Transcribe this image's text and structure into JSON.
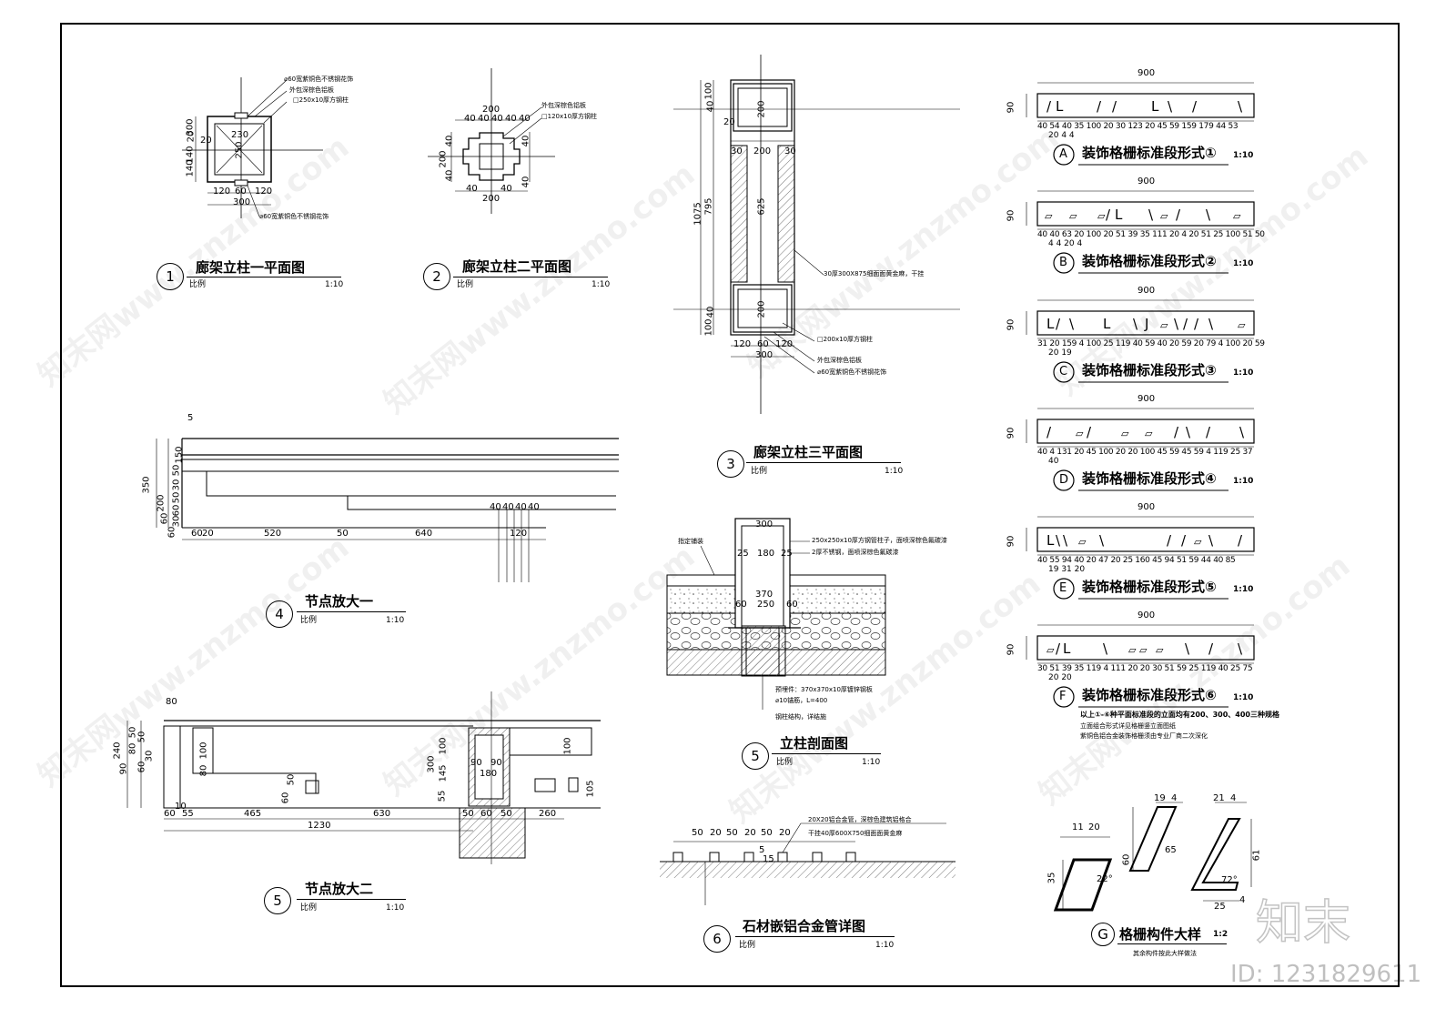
{
  "views": {
    "v1": {
      "num": "1",
      "title": "廊架立柱一平面图",
      "scale_label": "比例",
      "scale": "1:10",
      "notes": [
        "⌀60宽紫铜色不锈钢花饰",
        "外包深棕色铝板",
        "□250x10厚方钢柱",
        "⌀60宽紫铜色不锈钢花饰"
      ],
      "dims": [
        "300",
        "140",
        "20",
        "140",
        "230",
        "250",
        "120",
        "60",
        "120",
        "300",
        "20"
      ]
    },
    "v2": {
      "num": "2",
      "title": "廊架立柱二平面图",
      "scale_label": "比例",
      "scale": "1:10",
      "notes": [
        "外包深棕色铝板",
        "□120x10厚方钢柱"
      ],
      "dims": [
        "200",
        "40",
        "40",
        "40",
        "40",
        "40",
        "200",
        "40",
        "40",
        "40",
        "40",
        "40",
        "40",
        "200"
      ]
    },
    "v3": {
      "num": "3",
      "title": "廊架立柱三平面图",
      "scale_label": "比例",
      "scale": "1:10",
      "notes": [
        "30厚300X875细面面黄金麻，干挂",
        "□200x10厚方钢柱",
        "外包深棕色铝板",
        "⌀60宽紫铜色不锈钢花饰"
      ],
      "dims": [
        "100",
        "40",
        "20",
        "200",
        "30",
        "200",
        "30",
        "1075",
        "795",
        "625",
        "40",
        "100",
        "200",
        "120",
        "60",
        "120",
        "300"
      ]
    },
    "v4": {
      "num": "4",
      "title": "节点放大一",
      "scale_label": "比例",
      "scale": "1:10",
      "dims": [
        "5",
        "150",
        "50",
        "30",
        "50",
        "60",
        "30",
        "200",
        "60",
        "60",
        "350",
        "60",
        "20",
        "520",
        "50",
        "640",
        "40",
        "40",
        "40",
        "40",
        "120"
      ]
    },
    "v5a": {
      "num": "5",
      "title": "节点放大二",
      "scale_label": "比例",
      "scale": "1:10",
      "dims": [
        "80",
        "240",
        "50",
        "80",
        "50",
        "60",
        "30",
        "90",
        "100",
        "80",
        "300",
        "100",
        "145",
        "55",
        "90",
        "90",
        "180",
        "100",
        "105",
        "60",
        "50",
        "60",
        "55",
        "10",
        "465",
        "630",
        "260",
        "1230",
        "50",
        "60",
        "50"
      ]
    },
    "v5b": {
      "num": "5",
      "title": "立柱剖面图",
      "scale_label": "比例",
      "scale": "1:10",
      "notes": [
        "指定铺装",
        "250x250x10厚方钢管柱子，面喷深棕色氟碳漆",
        "2厚不锈钢，面喷深棕色氟碳漆",
        "预埋件：370x370x10厚镀锌钢板",
        "⌀10锚筋，L=400",
        "钢柱结构，详结施"
      ],
      "dims": [
        "300",
        "25",
        "180",
        "25",
        "370",
        "60",
        "250",
        "60"
      ]
    },
    "v6": {
      "num": "6",
      "title": "石材嵌铝合金管详图",
      "scale_label": "比例",
      "scale": "1:10",
      "notes": [
        "20X20铝合金管，深棕色建筑铝格合",
        "干挂40厚600X750细面面黄金麻"
      ],
      "dims": [
        "50",
        "20",
        "50",
        "20",
        "50",
        "20",
        "5",
        "15"
      ]
    }
  },
  "panels": [
    {
      "letter": "A",
      "title": "装饰格栅标准段形式①",
      "scale": "1:10",
      "width": "900",
      "height": "90",
      "dims": "40 54 40 35 100 20 30 123 20 45 59 159  179  44 53",
      "sub": "20  4    4"
    },
    {
      "letter": "B",
      "title": "装饰格栅标准段形式②",
      "scale": "1:10",
      "width": "900",
      "height": "90",
      "dims": "40 40 63 20 100 20 51 39 35  111 20 4 20 51 25 100 51 50",
      "sub": "4          4         20  4"
    },
    {
      "letter": "C",
      "title": "装饰格栅标准段形式③",
      "scale": "1:10",
      "width": "900",
      "height": "90",
      "dims": "31 20 159 4 100 25 119 40 59 40 20 59 20 79 4 100 20 59",
      "sub": "20           19"
    },
    {
      "letter": "D",
      "title": "装饰格栅标准段形式④",
      "scale": "1:10",
      "width": "900",
      "height": "90",
      "dims": "40 4  131 20 45 100 20 20 100 45 59 45 59 4 119 25 37",
      "sub": "40"
    },
    {
      "letter": "E",
      "title": "装饰格栅标准段形式⑤",
      "scale": "1:10",
      "width": "900",
      "height": "90",
      "dims": "40 55 94 40 20 47 20 25  160  45 94 51 59 44 40 85",
      "sub": "19  31    20"
    },
    {
      "letter": "F",
      "title": "装饰格栅标准段形式⑥",
      "scale": "1:10",
      "width": "900",
      "height": "90",
      "dims": "30 51 39 35 119 4 111 20 20 30 51 59 25 119 40 25 75",
      "sub": "20 20"
    }
  ],
  "panel_notes": [
    "以上①-⑥种平面标准段的立面均有200、300、400三种规格",
    "立面组合形式详见格栅竖立面图纸",
    "紫铜色铝合金装饰格栅须由专业厂商二次深化"
  ],
  "detail_g": {
    "letter": "G",
    "title": "格栅构件大样",
    "scale": "1:2",
    "note": "其余构件按此大样做法",
    "dims": [
      "11",
      "20",
      "35",
      "60",
      "19",
      "4",
      "65",
      "21",
      "4",
      "61",
      "25",
      "4",
      "22°",
      "72°"
    ]
  },
  "watermark": {
    "logo_text": "知末",
    "id_text": "ID: 1231829611",
    "repeat": "知末网www.znzmo.com"
  },
  "colors": {
    "ink": "#000000",
    "hatch": "#555555"
  }
}
